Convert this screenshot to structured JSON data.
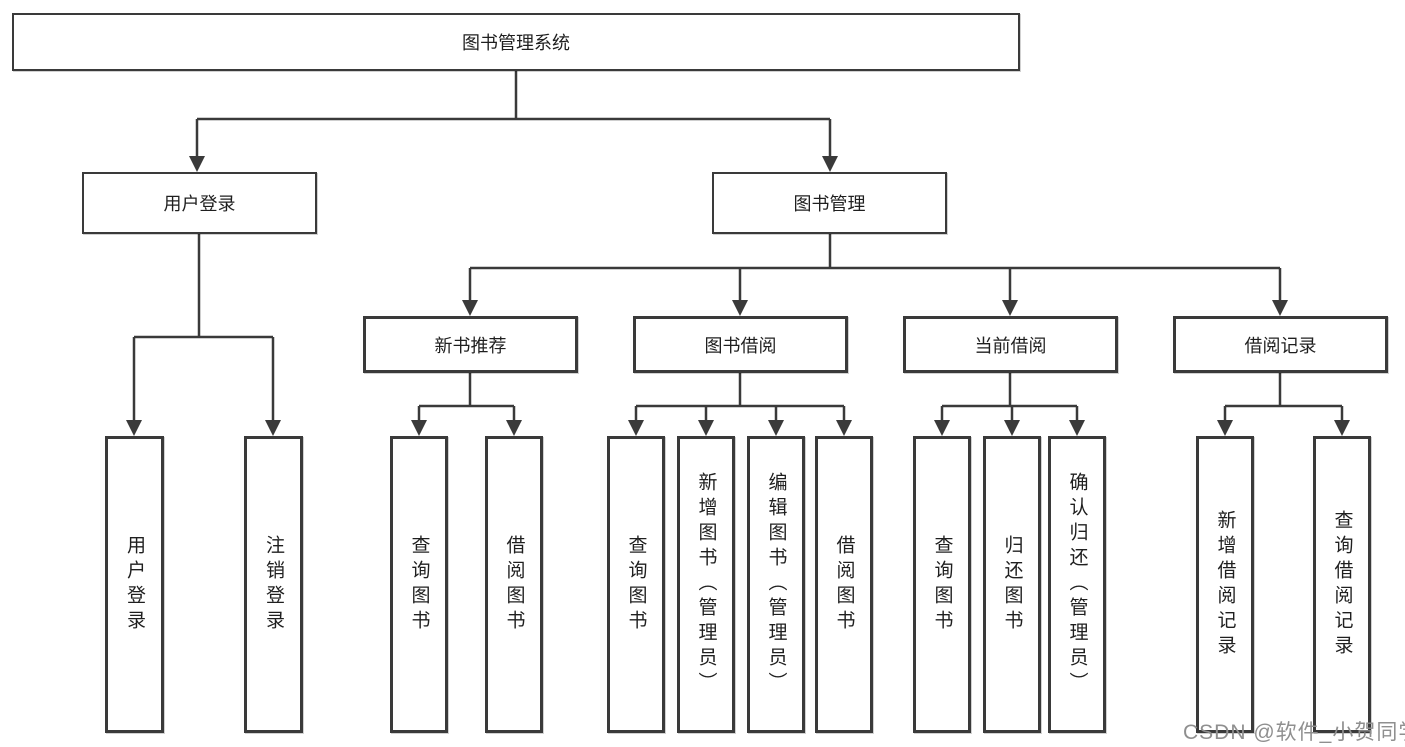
{
  "tree": {
    "root": {
      "label": "图书管理系统"
    },
    "level2": [
      {
        "label": "用户登录"
      },
      {
        "label": "图书管理"
      }
    ],
    "level3": [
      {
        "label": "新书推荐"
      },
      {
        "label": "图书借阅"
      },
      {
        "label": "当前借阅"
      },
      {
        "label": "借阅记录"
      }
    ],
    "leaves": {
      "user_login": [
        {
          "label": "用户登录"
        },
        {
          "label": "注销登录"
        }
      ],
      "new_book_recommend": [
        {
          "label": "查询图书"
        },
        {
          "label": "借阅图书"
        }
      ],
      "book_borrowing": [
        {
          "label": "查询图书"
        },
        {
          "label": "新增图书（管理员）"
        },
        {
          "label": "编辑图书（管理员）"
        },
        {
          "label": "借阅图书"
        }
      ],
      "current_borrowing": [
        {
          "label": "查询图书"
        },
        {
          "label": "归还图书"
        },
        {
          "label": "确认归还（管理员）"
        }
      ],
      "borrowing_records": [
        {
          "label": "新增借阅记录"
        },
        {
          "label": "查询借阅记录"
        }
      ]
    }
  },
  "watermark": {
    "text": "CSDN @软件_小贺同学"
  },
  "colors": {
    "line": "#3a3a3a",
    "box_border": "#3a3a3a",
    "text": "#1f1f1f",
    "background": "#ffffff",
    "watermark": "#8f8f8f"
  }
}
